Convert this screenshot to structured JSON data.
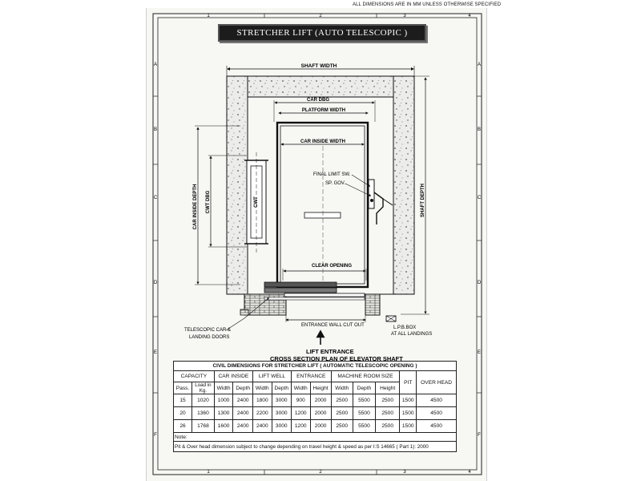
{
  "top_note": "ALL DIMENSIONS ARE IN MM UNLESS OTHERWISE SPECIFIED",
  "title": "STRETCHER LIFT (AUTO TELESCOPIC )",
  "border": {
    "cols": [
      "1",
      "2",
      "3",
      "4"
    ],
    "rows": [
      "A",
      "B",
      "C",
      "D",
      "E",
      "F"
    ]
  },
  "labels": {
    "shaft_width": "SHAFT WIDTH",
    "car_dbg": "CAR DBG",
    "platform_width": "PLATFORM WIDTH",
    "car_inside_width": "CAR INSIDE WIDTH",
    "final_limit": "FINAL LIMIT SW.",
    "sp_gov": "SP. GOV.",
    "car_inside_depth": "CAR INSIDE DEPTH",
    "cwt_dbg": "CWT DBG",
    "cwt": "CWT",
    "shaft_depth": "SHAFT DEPTH",
    "clear_opening": "CLEAR OPENING",
    "telescopic_1": "TELESCOPIC CAR &",
    "telescopic_2": "LANDING DOORS",
    "entrance_cut": "ENTRANCE WALL CUT OUT",
    "lpb_1": "L.P.B.BOX",
    "lpb_2": "AT ALL LANDINGS",
    "lift_entrance": "LIFT ENTRANCE",
    "plan_title": "CROSS SECTION PLAN OF ELEVATOR SHAFT"
  },
  "table": {
    "title": "CIVIL DIMENSIONS FOR STRETCHER LIFT ( AUTOMATIC TELESCOPIC OPENING )",
    "groups": {
      "capacity": "CAPACITY",
      "car_inside": "CAR INSIDE",
      "lift_well": "LIFT WELL",
      "entrance": "ENTRANCE",
      "machine_room": "MACHINE ROOM SIZE",
      "pit": "PIT",
      "over_head": "OVER HEAD"
    },
    "subheaders": {
      "pass": "Pass.",
      "load_1": "Load in",
      "load_2": "Kg.",
      "width": "Width",
      "depth": "Depth",
      "height": "Height"
    },
    "rows": [
      [
        "15",
        "1020",
        "1000",
        "2400",
        "1800",
        "3000",
        "900",
        "2000",
        "2500",
        "5500",
        "2500",
        "1500",
        "4500"
      ],
      [
        "20",
        "1360",
        "1300",
        "2400",
        "2200",
        "3000",
        "1200",
        "2000",
        "2500",
        "5500",
        "2500",
        "1500",
        "4500"
      ],
      [
        "26",
        "1768",
        "1600",
        "2400",
        "2400",
        "3000",
        "1200",
        "2000",
        "2500",
        "5500",
        "2500",
        "1500",
        "4500"
      ]
    ],
    "note": "Note:",
    "footnote": "Pit & Over head dimension subject to change depending on travel height & speed as per I:S 14665 ( Part 1): 2000"
  }
}
